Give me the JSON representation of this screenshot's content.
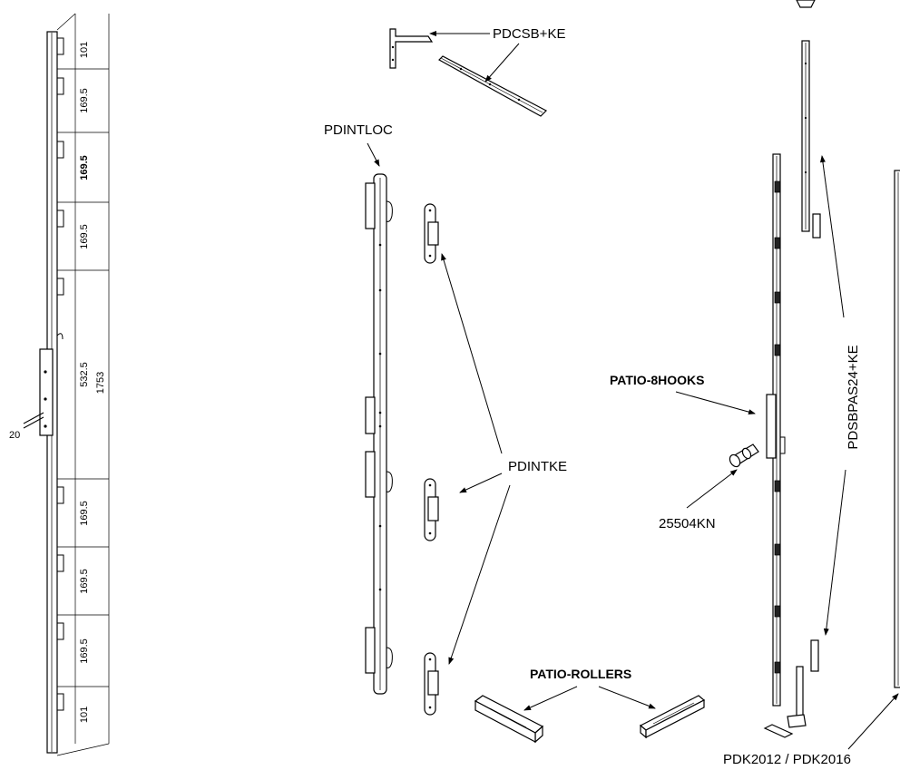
{
  "labels": {
    "pdcsb_ke": "PDCSB+KE",
    "pdintloc": "PDINTLOC",
    "pdintke": "PDINTKE",
    "patio_rollers": "PATIO-ROLLERS",
    "patio_8hooks": "PATIO-8HOOKS",
    "cylinder": "25504KN",
    "pdsbpas24_ke": "PDSBPAS24+KE",
    "pdk": "PDK2012 / PDK2016"
  },
  "dimensions": {
    "segments": [
      "101",
      "169.5",
      "169.5",
      "169.5",
      "532.5",
      "169.5",
      "169.5",
      "169.5",
      "101"
    ],
    "total": "1753",
    "offset": "20"
  }
}
